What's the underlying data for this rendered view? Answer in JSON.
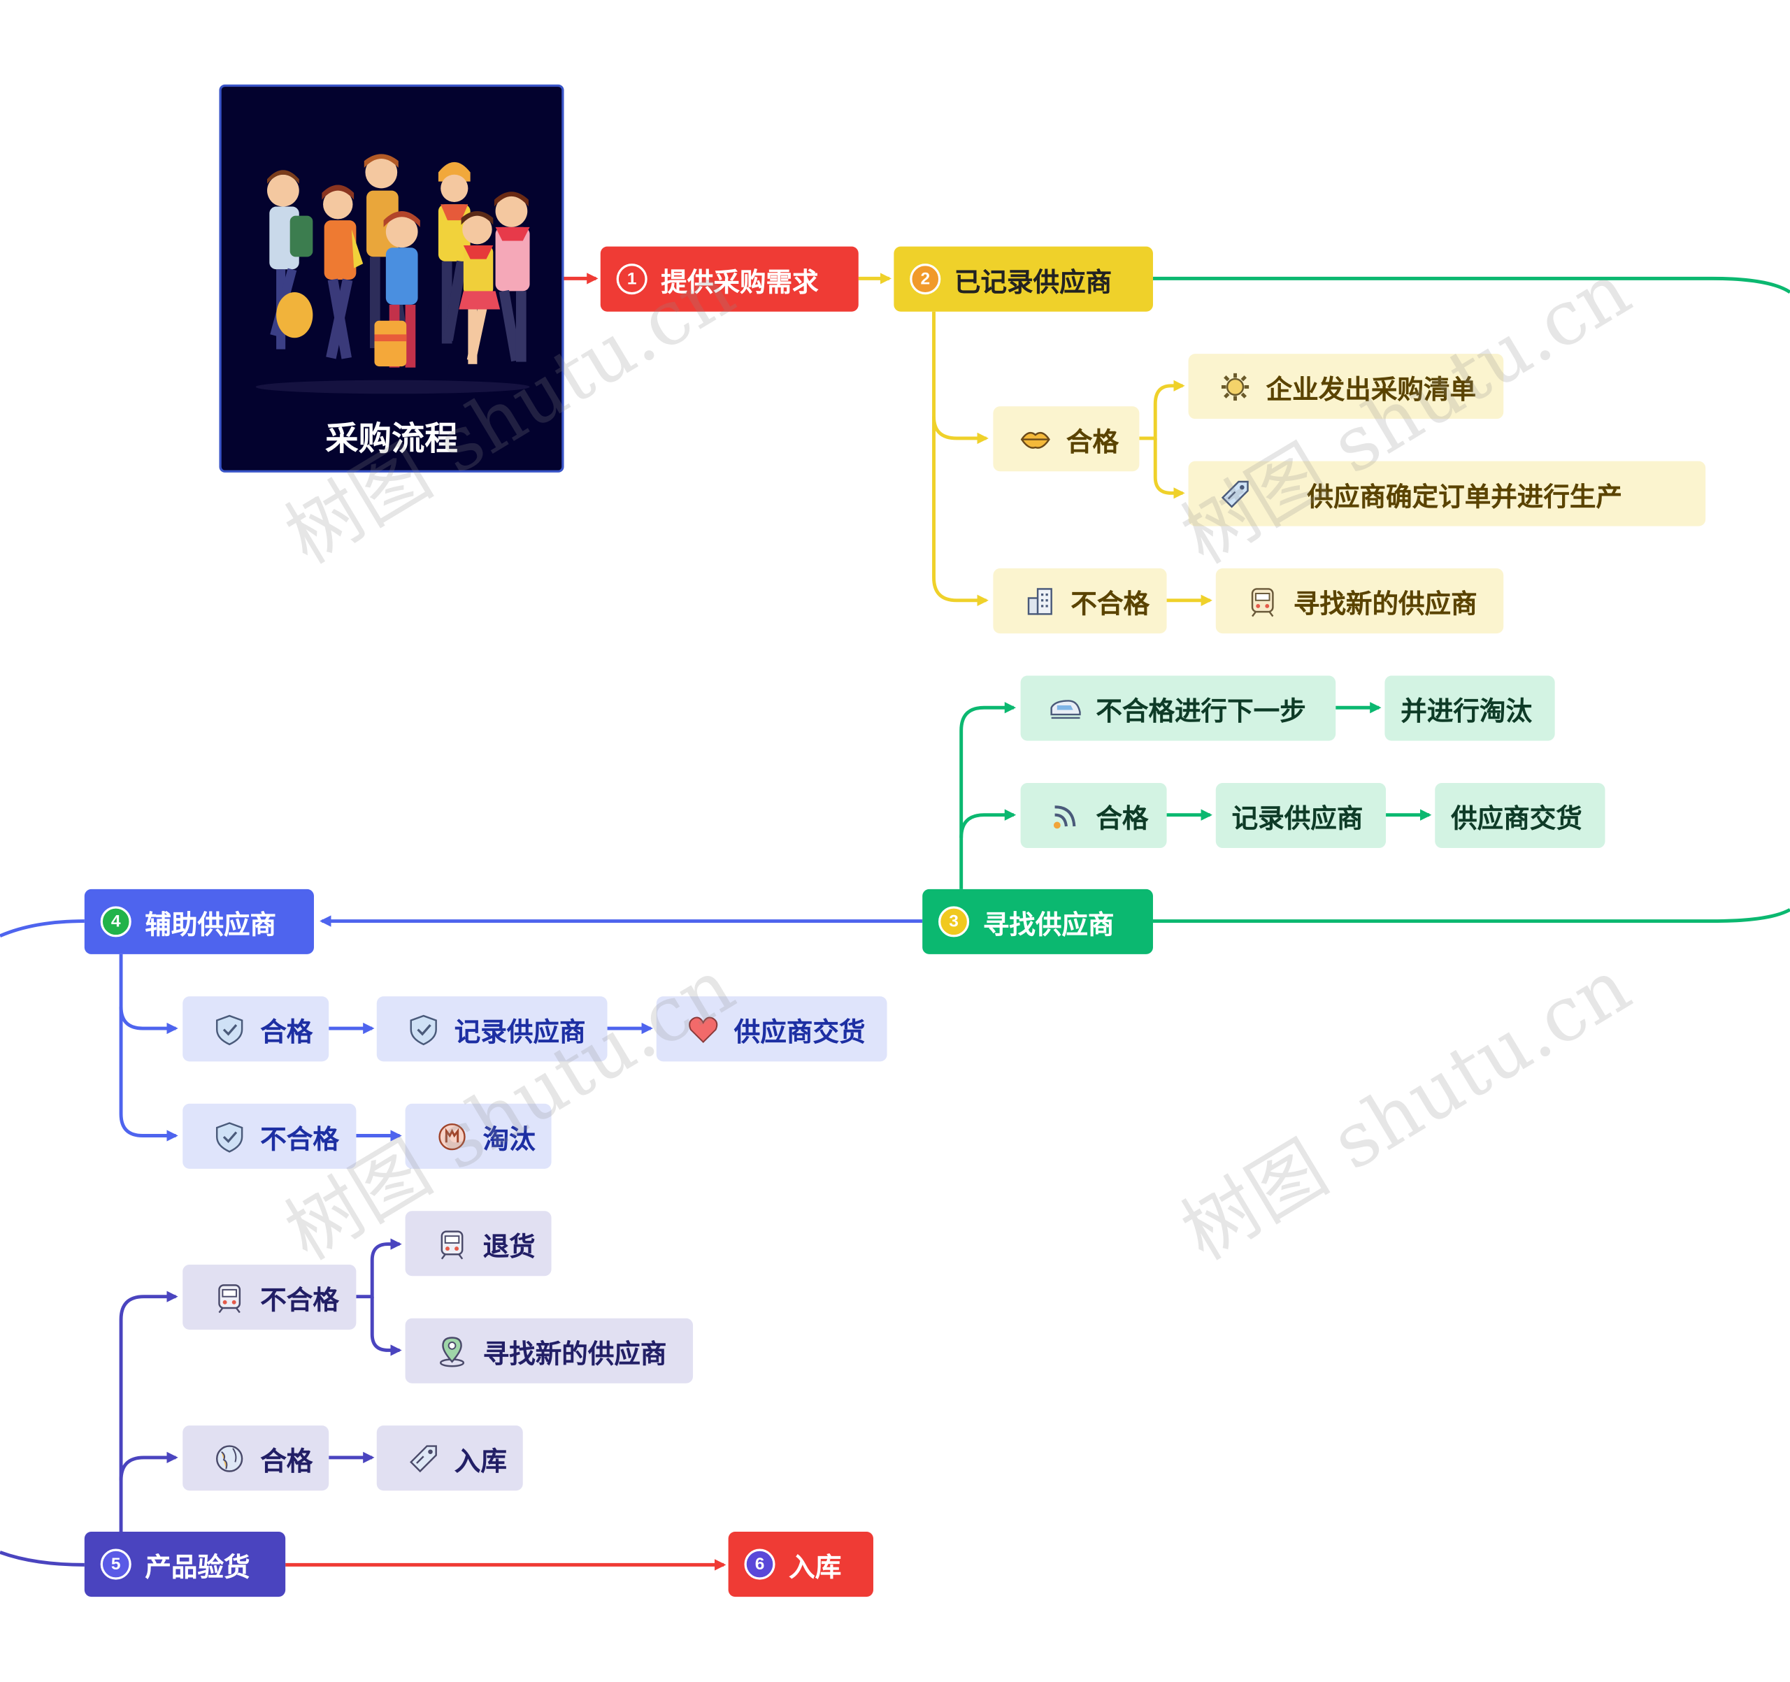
{
  "center": {
    "title": "采购流程"
  },
  "main": {
    "n1": {
      "num": "1",
      "label": "提供采购需求"
    },
    "n2": {
      "num": "2",
      "label": "已记录供应商"
    },
    "n3": {
      "num": "3",
      "label": "寻找供应商"
    },
    "n4": {
      "num": "4",
      "label": "辅助供应商"
    },
    "n5": {
      "num": "5",
      "label": "产品验货"
    },
    "n6": {
      "num": "6",
      "label": "入库"
    }
  },
  "branch2": {
    "qualified": "合格",
    "issue_list": "企业发出采购清单",
    "confirm_order": "供应商确定订单并进行生产",
    "unqualified": "不合格",
    "find_new": "寻找新的供应商"
  },
  "branch3": {
    "unqualified_next": "不合格进行下一步",
    "eliminate": "并进行淘汰",
    "qualified": "合格",
    "record": "记录供应商",
    "deliver": "供应商交货"
  },
  "branch4": {
    "qualified": "合格",
    "record": "记录供应商",
    "deliver": "供应商交货",
    "unqualified": "不合格",
    "eliminate": "淘汰"
  },
  "branch5": {
    "unqualified": "不合格",
    "return": "退货",
    "find_new": "寻找新的供应商",
    "qualified": "合格",
    "stock_in": "入库"
  },
  "watermark": "树图 shutu.cn",
  "colors": {
    "red": "#ef3b35",
    "yellow": "#efd12a",
    "green": "#0bb870",
    "blue": "#4e64ee",
    "purple": "#4a44bf",
    "center_bg": "#03022e"
  }
}
